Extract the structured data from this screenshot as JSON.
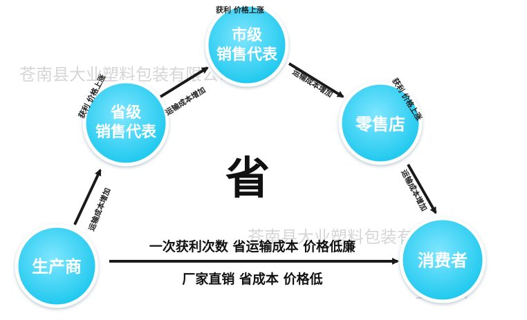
{
  "colors": {
    "bubble_fill": "#1ec8ee",
    "bubble_inner": "#7fe6ff",
    "arrow": "#1a1a1a",
    "watermark": "#d6d6d6"
  },
  "nodes": {
    "producer": "生产商",
    "provincial_line1": "省级",
    "provincial_line2": "销售代表",
    "city_line1": "市级",
    "city_line2": "销售代表",
    "retail": "零售店",
    "consumer": "消费者"
  },
  "notes": {
    "profit_price_up": "获利 价格上涨",
    "transport_cost_up": "运输成本增加"
  },
  "center_char": "省",
  "direct_line1": "一次获利次数 省运输成本 价格低廉",
  "direct_line2": "厂家直销 省成本 价格低",
  "watermark": {
    "company": "苍南县大业塑料包装有限公司",
    "partial": "1688."
  }
}
